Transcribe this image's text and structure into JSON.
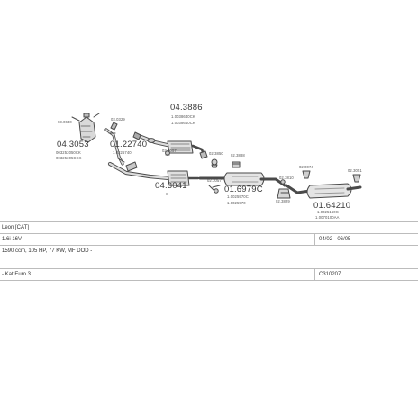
{
  "diagram": {
    "labels": {
      "p1_code": "04.3053",
      "p1_ref1": "03.0630",
      "p1_ref2": "003253050CK",
      "p1_ref3": "00325305CCK",
      "p2_code": "01.22740",
      "p2_ref1": "03.0329",
      "p2_ref2": "1.0225740",
      "p3_code": "04.3886",
      "p3_ref1": "1.0038640CK",
      "p3_ref2": "1.0038640CK",
      "p4_ref1": "02.0057",
      "p5_code": "04.3041",
      "p5_sub": "S",
      "p6_ref1": "02.3850",
      "p6_ref2": "02.3888",
      "p7_code": "01.6979C",
      "p7_ref1": "1.0025970C",
      "p7_ref2": "1.0025970",
      "p7_ref3": "02.3057",
      "p8_ref1": "02.3810",
      "p8_ref2": "02.3829",
      "p9_code": "01.64210",
      "p9_ref1": "02.0074",
      "p9_ref2": "1.0025160C",
      "p9_ref3": "1.0070100AA",
      "p10_ref1": "02.3051"
    }
  },
  "table": {
    "rows": [
      {
        "c1": "Leon [CAT]",
        "c2": ""
      },
      {
        "c1": "1.6i 16V",
        "c2": "04/02 - 06/05"
      },
      {
        "c1": "1590 ccm, 105 HP, 77 KW, MF DOD -",
        "c2": ""
      },
      {
        "c1": "",
        "c2": ""
      },
      {
        "c1": "- Kat.Euro 3",
        "c2": "C310207"
      }
    ]
  }
}
